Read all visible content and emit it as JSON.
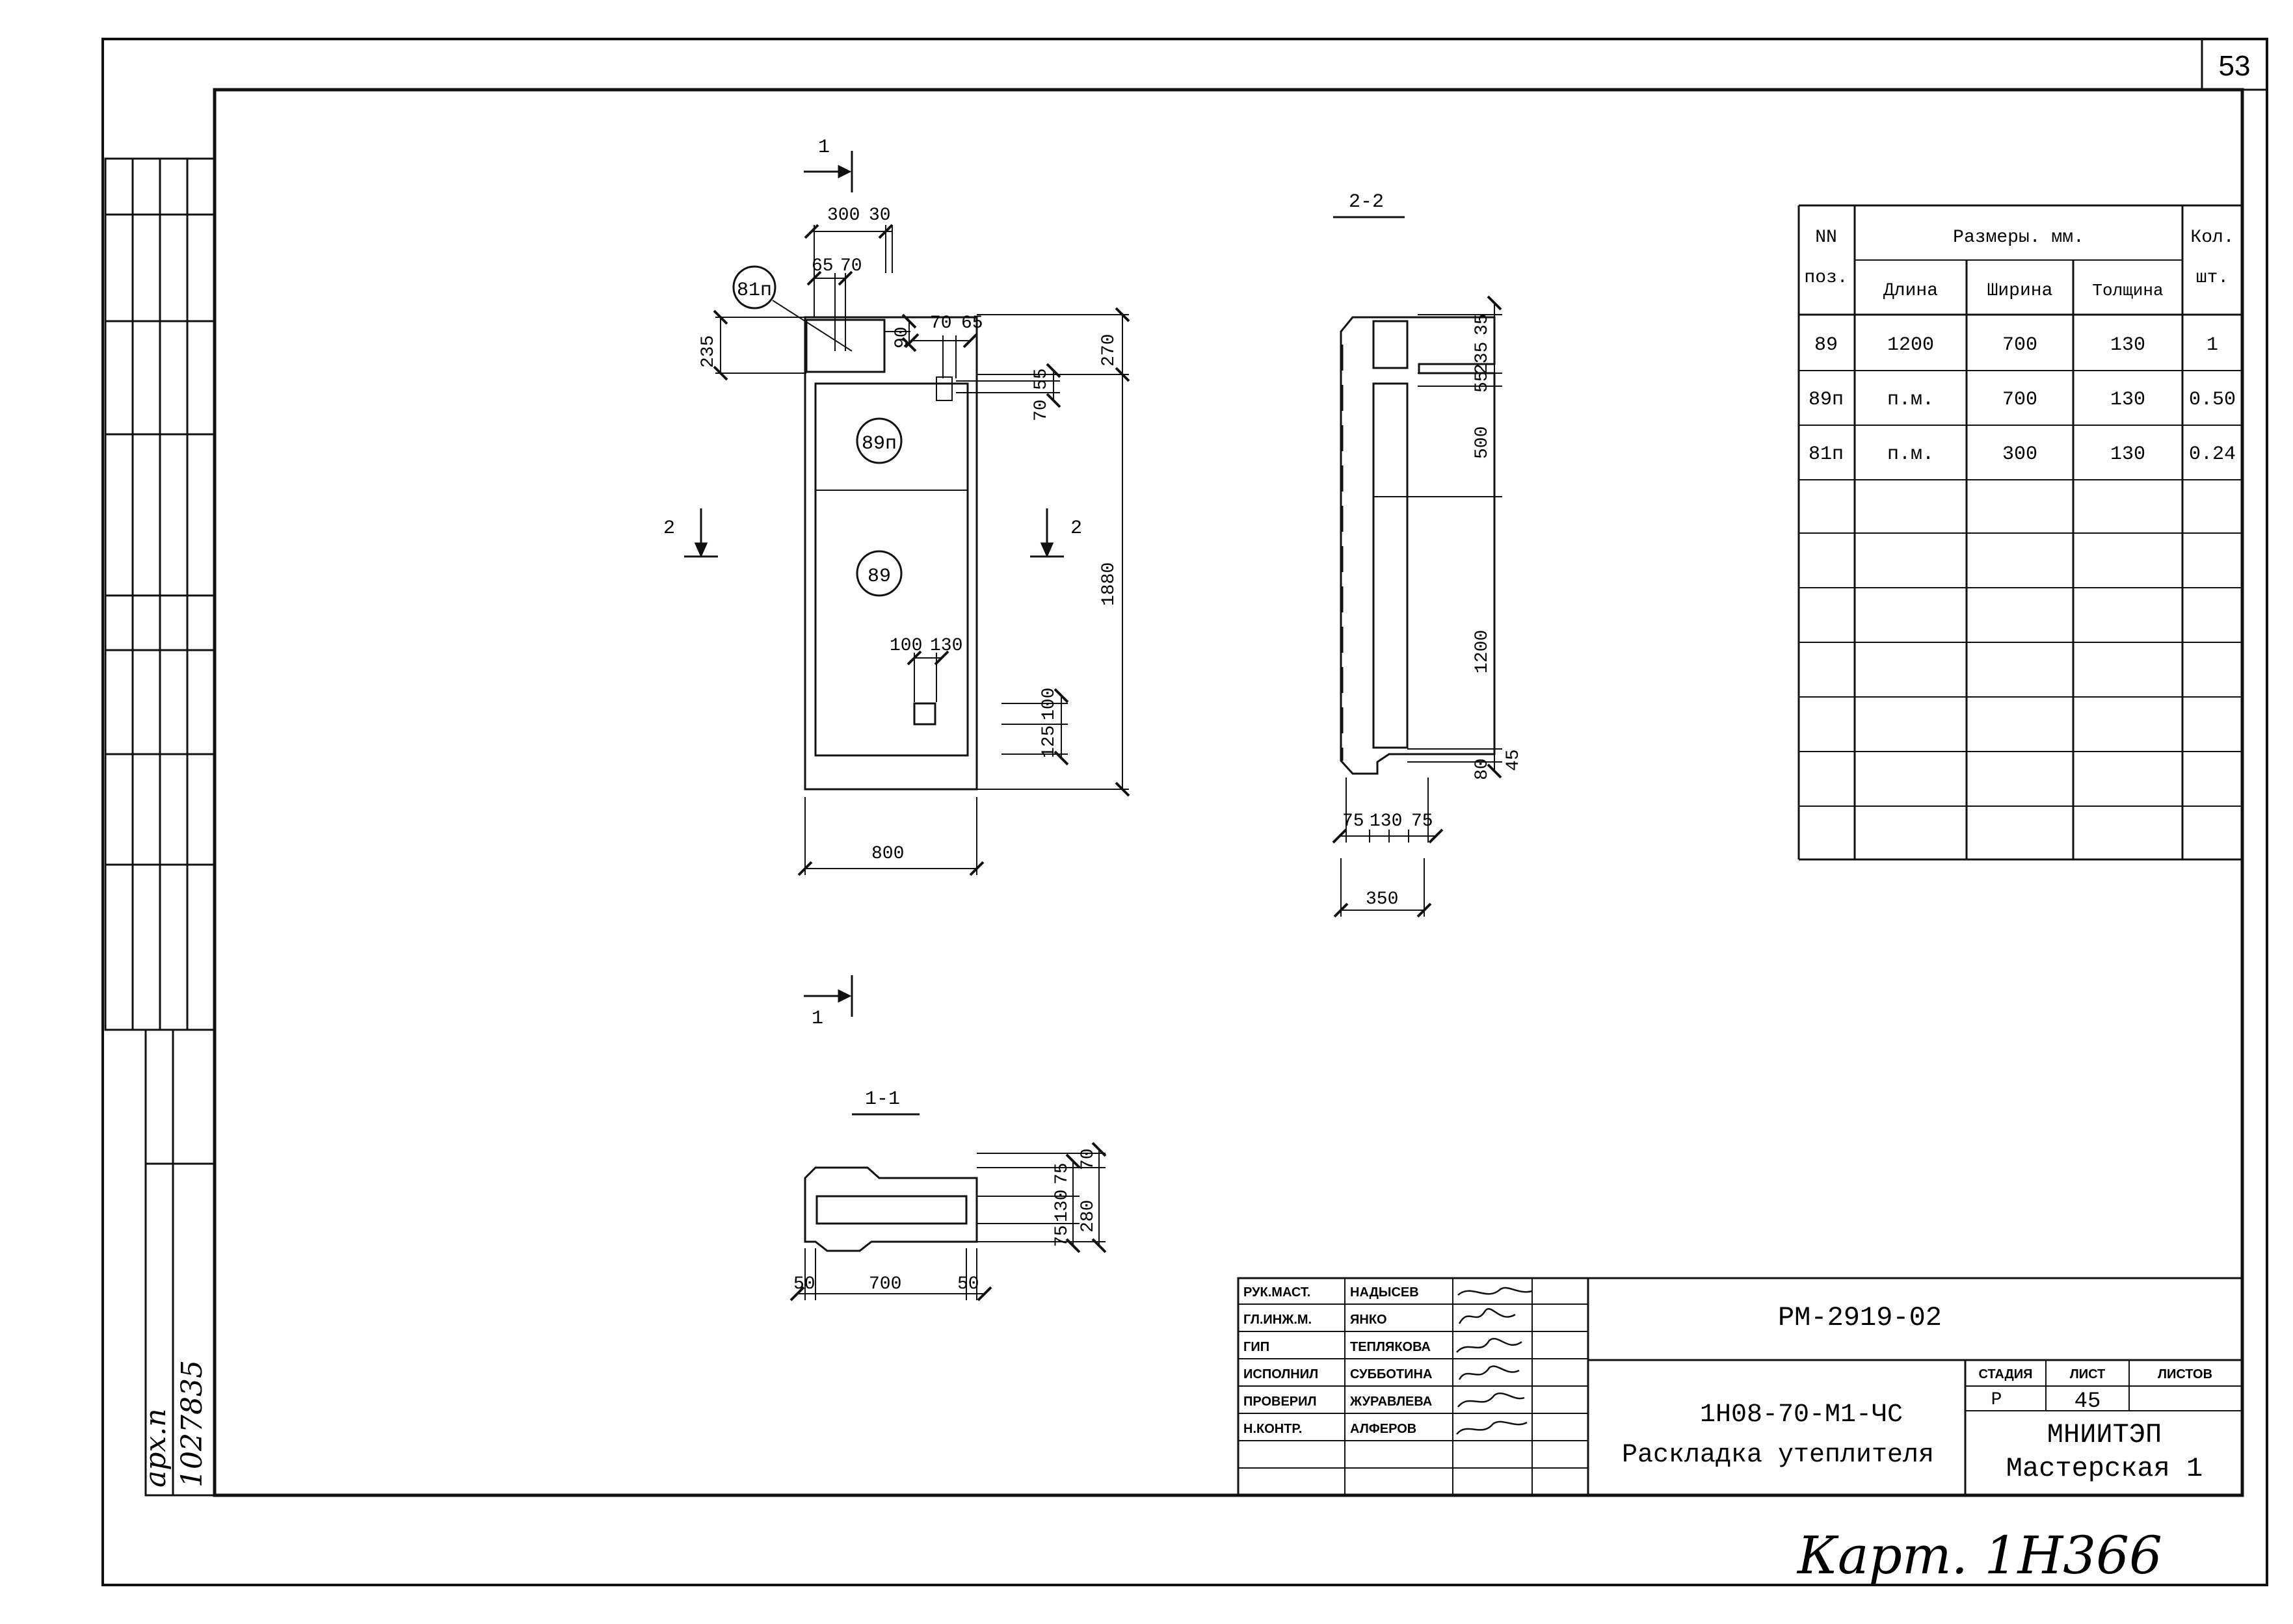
{
  "sheet_corner_number": "53",
  "drawing": {
    "callout_81p": "81п",
    "callout_89p": "89п",
    "callout_89": "89",
    "section_1_top": "1",
    "section_1_bottom": "1",
    "section_2_left": "2",
    "section_2_right": "2",
    "plan": {
      "dim_300": "300",
      "dim_30": "30",
      "dim_65a": "65",
      "dim_70a": "70",
      "dim_70b": "70",
      "dim_65b": "65",
      "dim_90": "90",
      "dim_235": "235",
      "dim_270": "270",
      "dim_55": "55",
      "dim_70c": "70",
      "dim_1880": "1880",
      "dim_100": "100",
      "dim_130": "130",
      "dim_100b": "100",
      "dim_125": "125",
      "dim_800": "800"
    },
    "section_22": {
      "title": "2-2",
      "dim_35": "35",
      "dim_235": "235",
      "dim_55": "55",
      "dim_500": "500",
      "dim_1200": "1200",
      "dim_80": "80",
      "dim_45": "45",
      "dim_75a": "75",
      "dim_130": "130",
      "dim_75b": "75",
      "dim_350": "350"
    },
    "section_11": {
      "title": "1-1",
      "dim_50a": "50",
      "dim_700": "700",
      "dim_50b": "50",
      "dim_75a": "75",
      "dim_130": "130",
      "dim_75b": "75",
      "dim_70": "70",
      "dim_280": "280"
    }
  },
  "spec_table": {
    "header": {
      "nn": "NN",
      "poz": "поз.",
      "sizes": "Размеры. мм.",
      "length": "Длина",
      "width": "Ширина",
      "thickness": "Толщина",
      "qty": "Кол.",
      "pcs": "шт."
    },
    "rows": [
      {
        "pos": "89",
        "length": "1200",
        "width": "700",
        "thickness": "130",
        "qty": "1"
      },
      {
        "pos": "89п",
        "length": "п.м.",
        "width": "700",
        "thickness": "130",
        "qty": "0.50"
      },
      {
        "pos": "81п",
        "length": "п.м.",
        "width": "300",
        "thickness": "130",
        "qty": "0.24"
      }
    ]
  },
  "title_block": {
    "roles": [
      "РУК.МАСТ.",
      "ГЛ.ИНЖ.М.",
      "ГИП",
      "ИСПОЛНИЛ",
      "ПРОВЕРИЛ",
      "Н.КОНТР."
    ],
    "names": [
      "НАДЫСЕВ",
      "ЯНКО",
      "ТЕПЛЯКОВА",
      "СУББОТИНА",
      "ЖУРАВЛЕВА",
      "АЛФЕРОВ"
    ],
    "code": "РМ-2919-02",
    "drawing_id": "1Н08-70-М1-ЧС",
    "drawing_title": "Раскладка утеплителя",
    "stage_label": "СТАДИЯ",
    "sheet_label": "ЛИСТ",
    "sheets_label": "ЛИСТОВ",
    "stage": "Р",
    "sheet": "45",
    "org_line1": "МНИИТЭП",
    "org_line2": "Мастерская 1"
  },
  "side_stamp": {
    "line1": "арх.п",
    "line2": "1027835"
  },
  "handwritten_note": "Карт. 1Н366"
}
